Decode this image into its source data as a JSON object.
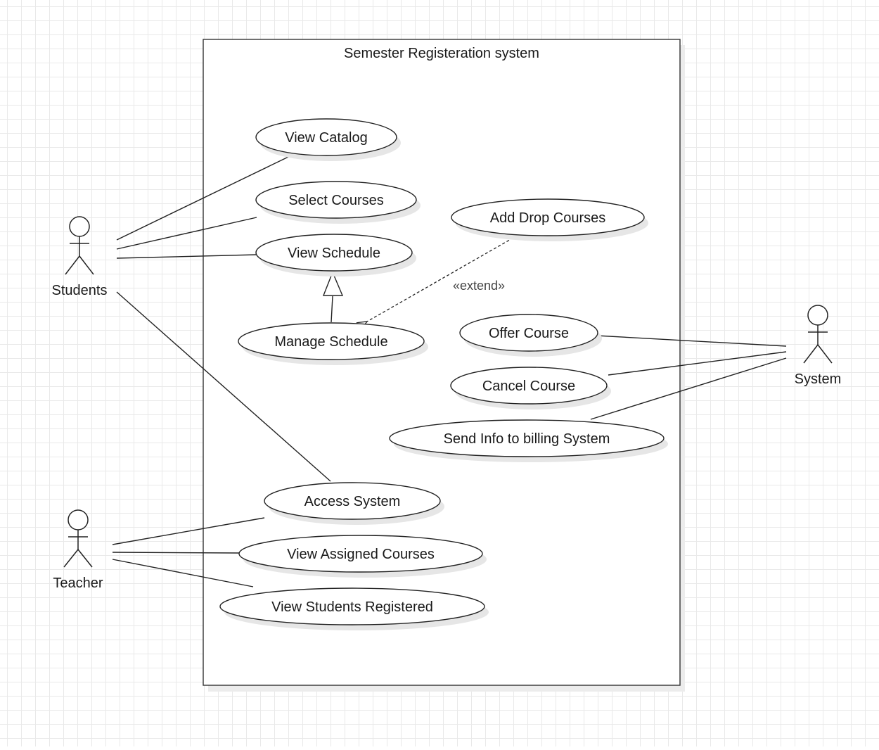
{
  "system_boundary": {
    "title": "Semester Registeration system"
  },
  "actors": [
    {
      "id": "students",
      "label": "Students"
    },
    {
      "id": "teacher",
      "label": "Teacher"
    },
    {
      "id": "system",
      "label": "System"
    }
  ],
  "use_cases": [
    {
      "id": "view-catalog",
      "label": "View Catalog"
    },
    {
      "id": "select-courses",
      "label": "Select Courses"
    },
    {
      "id": "view-schedule",
      "label": "View Schedule"
    },
    {
      "id": "manage-schedule",
      "label": "Manage Schedule"
    },
    {
      "id": "add-drop-courses",
      "label": "Add Drop Courses"
    },
    {
      "id": "offer-course",
      "label": "Offer Course"
    },
    {
      "id": "cancel-course",
      "label": "Cancel Course"
    },
    {
      "id": "send-info-billing",
      "label": "Send Info to billing System"
    },
    {
      "id": "access-system",
      "label": "Access System"
    },
    {
      "id": "view-assigned-courses",
      "label": "View Assigned Courses"
    },
    {
      "id": "view-students-registered",
      "label": "View Students Registered"
    }
  ],
  "associations": [
    {
      "actor": "students",
      "use_case": "view-catalog"
    },
    {
      "actor": "students",
      "use_case": "select-courses"
    },
    {
      "actor": "students",
      "use_case": "view-schedule"
    },
    {
      "actor": "students",
      "use_case": "access-system"
    },
    {
      "actor": "teacher",
      "use_case": "access-system"
    },
    {
      "actor": "teacher",
      "use_case": "view-assigned-courses"
    },
    {
      "actor": "teacher",
      "use_case": "view-students-registered"
    },
    {
      "actor": "system",
      "use_case": "offer-course"
    },
    {
      "actor": "system",
      "use_case": "cancel-course"
    },
    {
      "actor": "system",
      "use_case": "send-info-billing"
    }
  ],
  "generalizations": [
    {
      "child": "manage-schedule",
      "parent": "view-schedule"
    }
  ],
  "extends": [
    {
      "from": "add-drop-courses",
      "to": "manage-schedule",
      "stereotype": "«extend»"
    }
  ]
}
